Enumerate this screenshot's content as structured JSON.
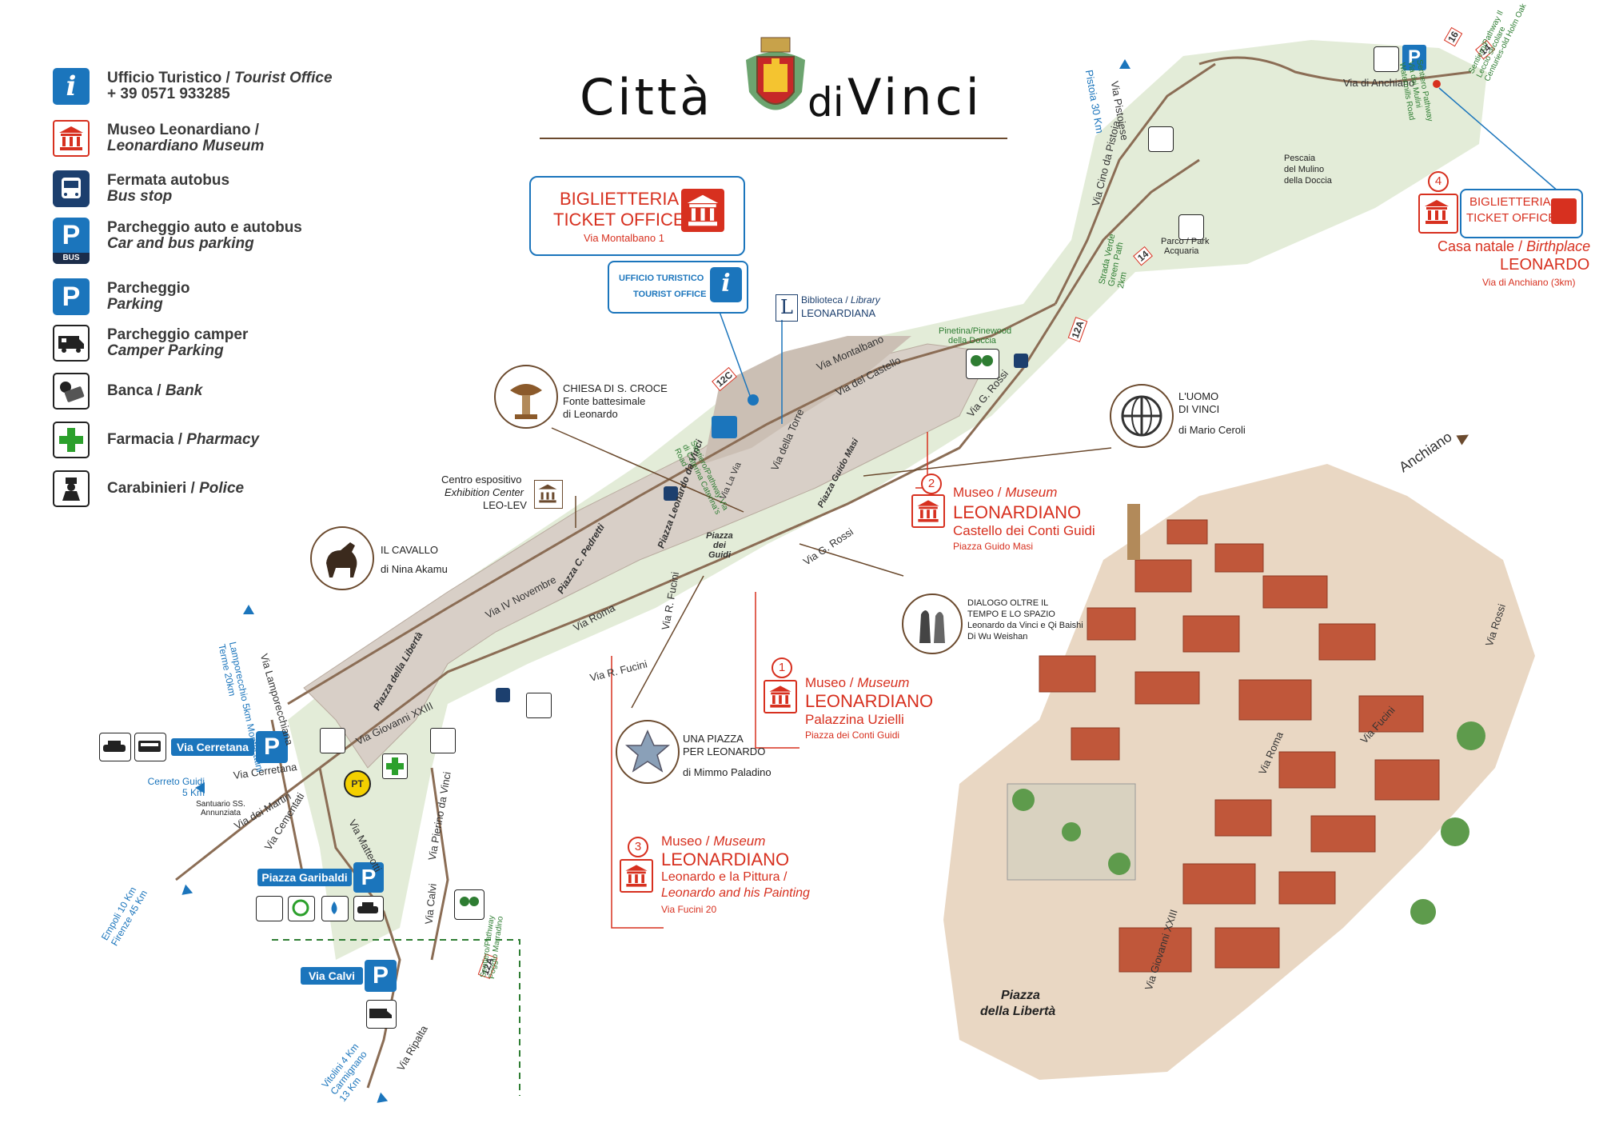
{
  "title": {
    "part1": "Città",
    "part2": "di",
    "part3": "Vinci"
  },
  "legend": [
    {
      "icon": "tourist-info-icon",
      "label": "Ufficio Turistico / ",
      "label_en": "Tourist Office",
      "sub": "+ 39 0571 933285"
    },
    {
      "icon": "museum-icon",
      "label": "Museo Leonardiano /",
      "sub": "Leonardiano Museum"
    },
    {
      "icon": "bus-icon",
      "label": "Fermata autobus",
      "sub": "Bus stop"
    },
    {
      "icon": "parking-bus-icon",
      "label": "Parcheggio auto e autobus",
      "sub": "Car and bus parking",
      "badge": "BUS"
    },
    {
      "icon": "parking-icon",
      "label": "Parcheggio",
      "sub": "Parking"
    },
    {
      "icon": "camper-icon",
      "label": "Parcheggio camper",
      "sub": "Camper Parking"
    },
    {
      "icon": "bank-icon",
      "label": "Banca / ",
      "label_en": "Bank"
    },
    {
      "icon": "pharmacy-icon",
      "label": "Farmacia / ",
      "label_en": "Pharmacy"
    },
    {
      "icon": "police-icon",
      "label": "Carabinieri / ",
      "label_en": "Police"
    }
  ],
  "ticket_office": {
    "line1": "BIGLIETTERIA",
    "line2": "TICKET OFFICE",
    "address": "Via Montalbano 1"
  },
  "tourist_office": {
    "line1": "UFFICIO TURISTICO",
    "line2": "TOURIST OFFICE"
  },
  "biblioteca": {
    "line1": "Biblioteca / ",
    "line1_en": "Library",
    "line2": "LEONARDIANA"
  },
  "ticket_office_2": {
    "line1": "BIGLIETTERIA",
    "line2": "TICKET OFFICE",
    "number": "4",
    "title": "Casa natale / ",
    "title_en": "Birthplace",
    "name": "LEONARDO",
    "address": "Via di Anchiano (3km)"
  },
  "santa_croce": {
    "name": "CHIESA DI S. CROCE",
    "line2": "Fonte battesimale",
    "line3": "di Leonardo"
  },
  "uomo_vinci": {
    "line1": "L'UOMO",
    "line2": "DI VINCI",
    "line3": "di Mario Ceroli"
  },
  "museum2": {
    "number": "2",
    "title": "Museo / ",
    "title_en": "Museum",
    "name": "LEONARDIANO",
    "sub": "Castello dei Conti Guidi",
    "address": "Piazza Guido Masi"
  },
  "exhibition": {
    "line1": "Centro espositivo",
    "line2": "Exhibition Center",
    "line3": "LEO-LEV"
  },
  "cavallo": {
    "line1": "IL CAVALLO",
    "line2": "di Nina Akamu"
  },
  "dialogo": {
    "line1": "DIALOGO OLTRE IL",
    "line2": "TEMPO E LO SPAZIO",
    "line3": "Leonardo da Vinci e Qi Baishi",
    "line4": "Di Wu Weishan"
  },
  "museum1": {
    "number": "1",
    "title": "Museo / ",
    "title_en": "Museum",
    "name": "LEONARDIANO",
    "sub": "Palazzina Uzielli",
    "address": "Piazza dei Conti Guidi"
  },
  "una_piazza": {
    "line1": "UNA PIAZZA",
    "line2": "PER LEONARDO",
    "line3": "di Mimmo Paladino"
  },
  "museum3": {
    "number": "3",
    "title": "Museo / ",
    "title_en": "Museum",
    "name": "LEONARDIANO",
    "sub": "Leonardo e la Pittura /",
    "sub_en": "Leonardo and his Painting",
    "address": "Via Fucini 20"
  },
  "parking": {
    "cerretana": "Via Cerretana",
    "garibaldi": "Piazza Garibaldi",
    "calvi": "Via Calvi",
    "p": "P"
  },
  "pt": "PT",
  "streets": {
    "montalbano": "Via Montalbano",
    "castello": "Via del Castello",
    "rossi": "Via G. Rossi",
    "rossi2": "Via G. Rossi",
    "torre": "Via della Torre",
    "lavia": "Via La Via",
    "pz_leonardo": "Piazza Leonardo da Vinci",
    "pz_guidi": "Piazza dei Guidi",
    "pz_masi": "Piazza Guido Masi",
    "fucini": "Via R. Fucini",
    "fucini2": "Via R. Fucini",
    "iv_novembre": "Via IV Novembre",
    "roma": "Via Roma",
    "pedretti": "Piazza C. Pedretti",
    "pz_liberta": "Piazza della Libertà",
    "giovanni": "Via Giovanni XXIII",
    "lamporecchiana": "Via Lamporecchiana",
    "cerretana": "Via Cerretana",
    "martiri": "Via dei Martiri",
    "cementati": "Via Cementati",
    "matteotti": "Via Matteotti",
    "pierino": "Via Pierino da Vinci",
    "calvi": "Via Calvi",
    "ripalta": "Via Ripalta",
    "pistoiese": "Via Pistoiese",
    "cino": "Via Cino da Pistoia",
    "anchiano": "Via di Anchiano"
  },
  "places": {
    "pinetina": "Pinetina/Pinewood",
    "doccia": "della Doccia",
    "pescaia1": "Pescaia",
    "pescaia2": "del Mulino",
    "pescaia3": "della Doccia",
    "parco1": "Parco / Park",
    "parco2": "Acquaria",
    "santuario": "Santuario SS. Annunziata",
    "caterina": "Sentiero/Pathway Via di Caterina Caterina's Road",
    "strada_verde": "Strada Verde Green Path 2km",
    "sentiero_calvi": "Sentiero/Pathway Poggio Marradino",
    "sentiero_nw": "Sentiero Pathway Via dei Mulini Watermills Road",
    "sentiero_ne": "Sentiero/Pathway Il Leccio secolare Centuries-old Holm Oak"
  },
  "directions": {
    "pistoia": "Pistoia 30 Km",
    "lamporecchio": "Lamporecchio 5km Montecatini Terme 20km",
    "cerreto": "Cerreto Guidi 5 Km",
    "empoli": "Empoli 10 Km Firenze 45 Km",
    "vitolini": "Vitolini 4 Km Carmignano 13 Km",
    "anchiano": "Anchiano"
  },
  "route_numbers": {
    "r12c": "12C",
    "r14a": "14",
    "r14b": "14",
    "r16": "16",
    "r12a": "12A",
    "r12a2": "12A"
  },
  "aerial": {
    "roma": "Via Roma",
    "fucini": "Via Fucini",
    "rossi": "Via Rossi",
    "giovanni": "Via Giovanni XXIII",
    "pz1": "Piazza",
    "pz2": "della Libertà"
  }
}
